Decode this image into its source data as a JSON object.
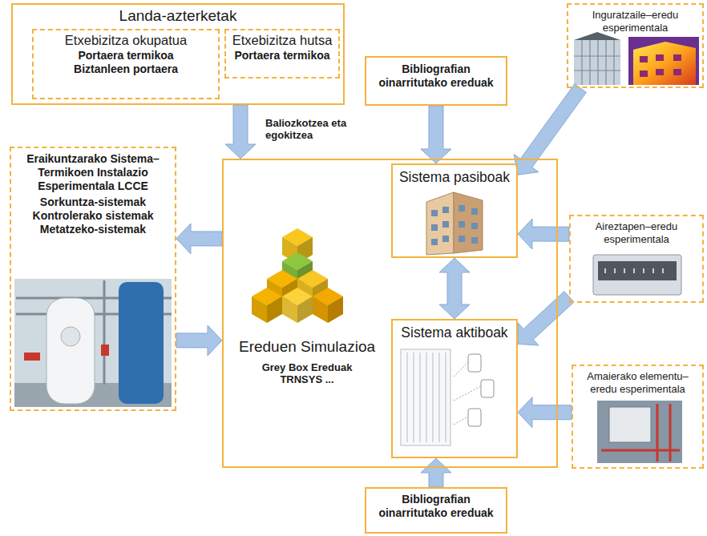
{
  "diagram": {
    "nodes": [
      {
        "text": [
          "Landa-azterketak"
        ]
      },
      {
        "text": [
          "Etxebizitza okupatua",
          "Portaera termikoa Biztanleen portaera"
        ],
        "in": 0
      },
      {
        "text": [
          "Etxebizitza hutsa",
          "Portaera termikoa"
        ],
        "in": 0
      },
      {
        "text": [
          "Bibliografian oinarritutako ereduak"
        ]
      },
      {
        "text": [
          "Inguratzaile–eredu esperimentala"
        ]
      },
      {
        "text": [
          "Eraikuntzarako Sistema–Termikoen Instalazio Esperimentala LCCE",
          "Sorkuntza-sistemak Kontrolerako sistemak Metatzeko-sistemak"
        ]
      },
      {
        "text": [
          "Ereduen Simulazioa",
          "Grey Box Ereduak TRNSYS ..."
        ]
      },
      {
        "text": [
          "Sistema pasiboak"
        ],
        "in": 6
      },
      {
        "text": [
          "Sistema aktiboak"
        ],
        "in": 6
      },
      {
        "text": [
          "Aireztapen–eredu esperimentala"
        ]
      },
      {
        "text": [
          "Amaierako elementu–eredu esperimentala"
        ]
      },
      {
        "text": [
          "Bibliografian oinarritutako ereduak"
        ]
      }
    ],
    "edges": [
      {
        "from": 0,
        "to": 6,
        "arrow": "to",
        "label": "Baliozkotzea eta egokitzea"
      },
      {
        "from": 3,
        "to": 7,
        "arrow": "to"
      },
      {
        "from": 4,
        "to": 7,
        "arrow": "to"
      },
      {
        "from": 6,
        "to": 5,
        "arrow": "to"
      },
      {
        "from": 5,
        "to": 6,
        "arrow": "to"
      },
      {
        "from": 7,
        "to": 8,
        "arrow": "both"
      },
      {
        "from": 9,
        "to": 7,
        "arrow": "to"
      },
      {
        "from": 9,
        "to": 8,
        "arrow": "to"
      },
      {
        "from": 10,
        "to": 8,
        "arrow": "to"
      },
      {
        "from": 11,
        "to": 8,
        "arrow": "to"
      }
    ]
  }
}
